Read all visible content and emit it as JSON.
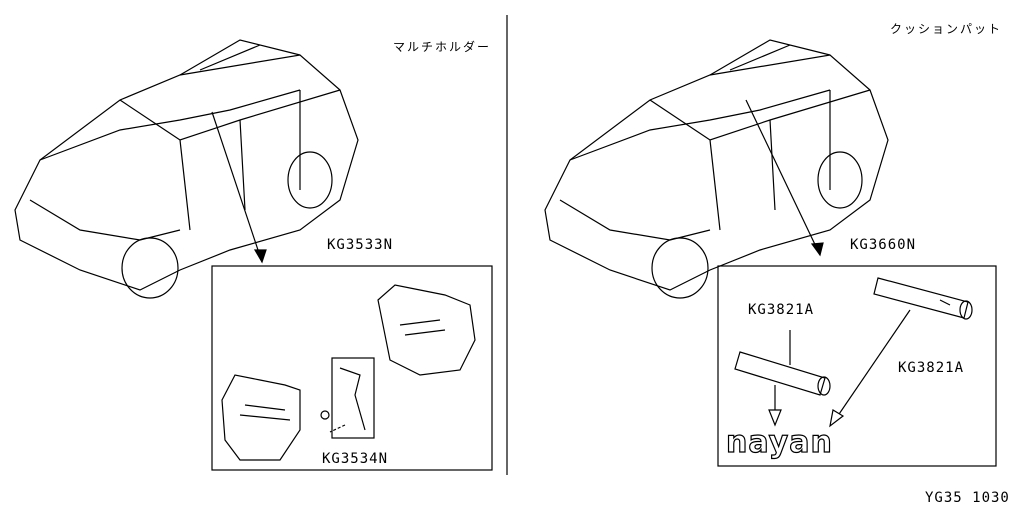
{
  "left_panel": {
    "title": "マルチホルダー",
    "assembly_part": "KG3533N",
    "sub_part": "KG3534N"
  },
  "right_panel": {
    "title": "クッションパット",
    "assembly_part": "KG3660N",
    "pad_left": "KG3821A",
    "pad_right": "KG3821A",
    "logo_text": "nayan"
  },
  "footer": {
    "diagram_code": "YG35 1030"
  }
}
